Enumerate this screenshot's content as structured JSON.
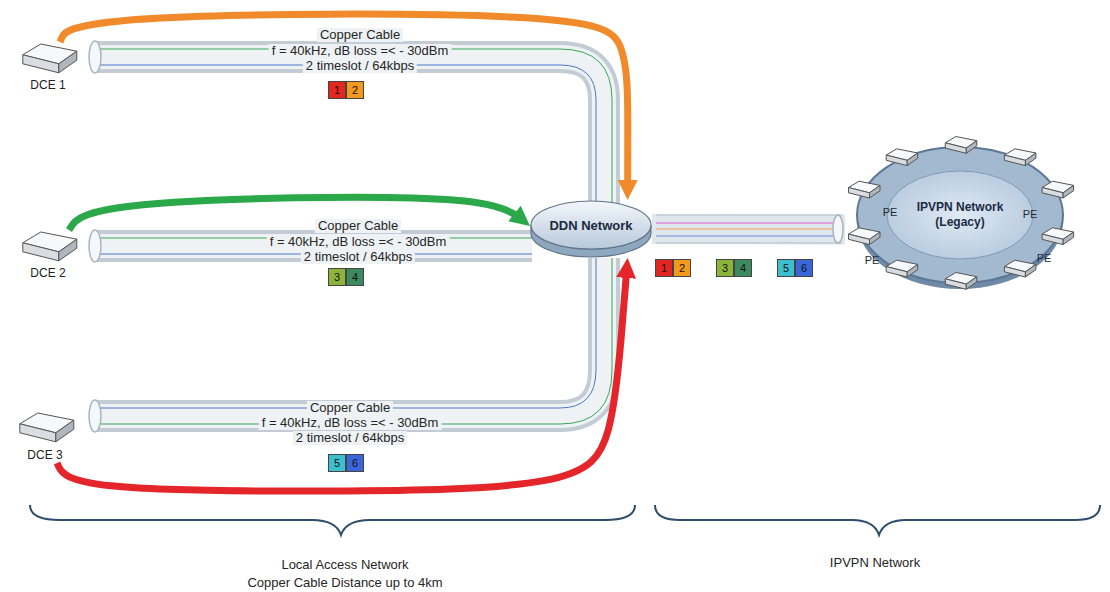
{
  "diagram": {
    "nodes": [
      {
        "text": [
          "DCE 1"
        ]
      },
      {
        "text": [
          "1"
        ]
      },
      {
        "text": [
          "2"
        ]
      },
      {
        "text": [
          "DCE 2"
        ]
      },
      {
        "text": [
          "DDN Network"
        ]
      },
      {
        "text": [
          "IPVPN Network (Legacy)"
        ]
      },
      {
        "text": [
          "3"
        ]
      },
      {
        "text": [
          "4"
        ]
      },
      {
        "text": [
          "1"
        ]
      },
      {
        "text": [
          "2"
        ]
      },
      {
        "text": [
          "3"
        ]
      },
      {
        "text": [
          "4"
        ]
      },
      {
        "text": [
          "5"
        ]
      },
      {
        "text": [
          "6"
        ]
      },
      {
        "text": [
          "DCE 3"
        ]
      },
      {
        "text": [
          "5"
        ]
      },
      {
        "text": [
          "6"
        ]
      }
    ],
    "edges": [
      {
        "from": 0,
        "to": 4,
        "arrow": "to"
      },
      {
        "from": 3,
        "to": 4,
        "arrow": "to"
      },
      {
        "from": 14,
        "to": 4,
        "arrow": "to"
      },
      {
        "from": 4,
        "to": 5,
        "arrow": "none"
      }
    ],
    "labels": [
      "Copper Cable",
      "f = 40kHz, dB loss =< - 30dBm",
      "2 timeslot / 64kbps",
      "PE",
      "PE",
      "Copper Cable",
      "f = 40kHz, dB loss =< - 30dBm",
      "2 timeslot / 64kbps",
      "PE",
      "PE",
      "Copper Cable",
      "f = 40kHz, dB loss =< - 30dBm",
      "2 timeslot / 64kbps",
      "Local Access Network",
      "Copper Cable Distance up to 4km",
      "IPVPN Network"
    ]
  }
}
